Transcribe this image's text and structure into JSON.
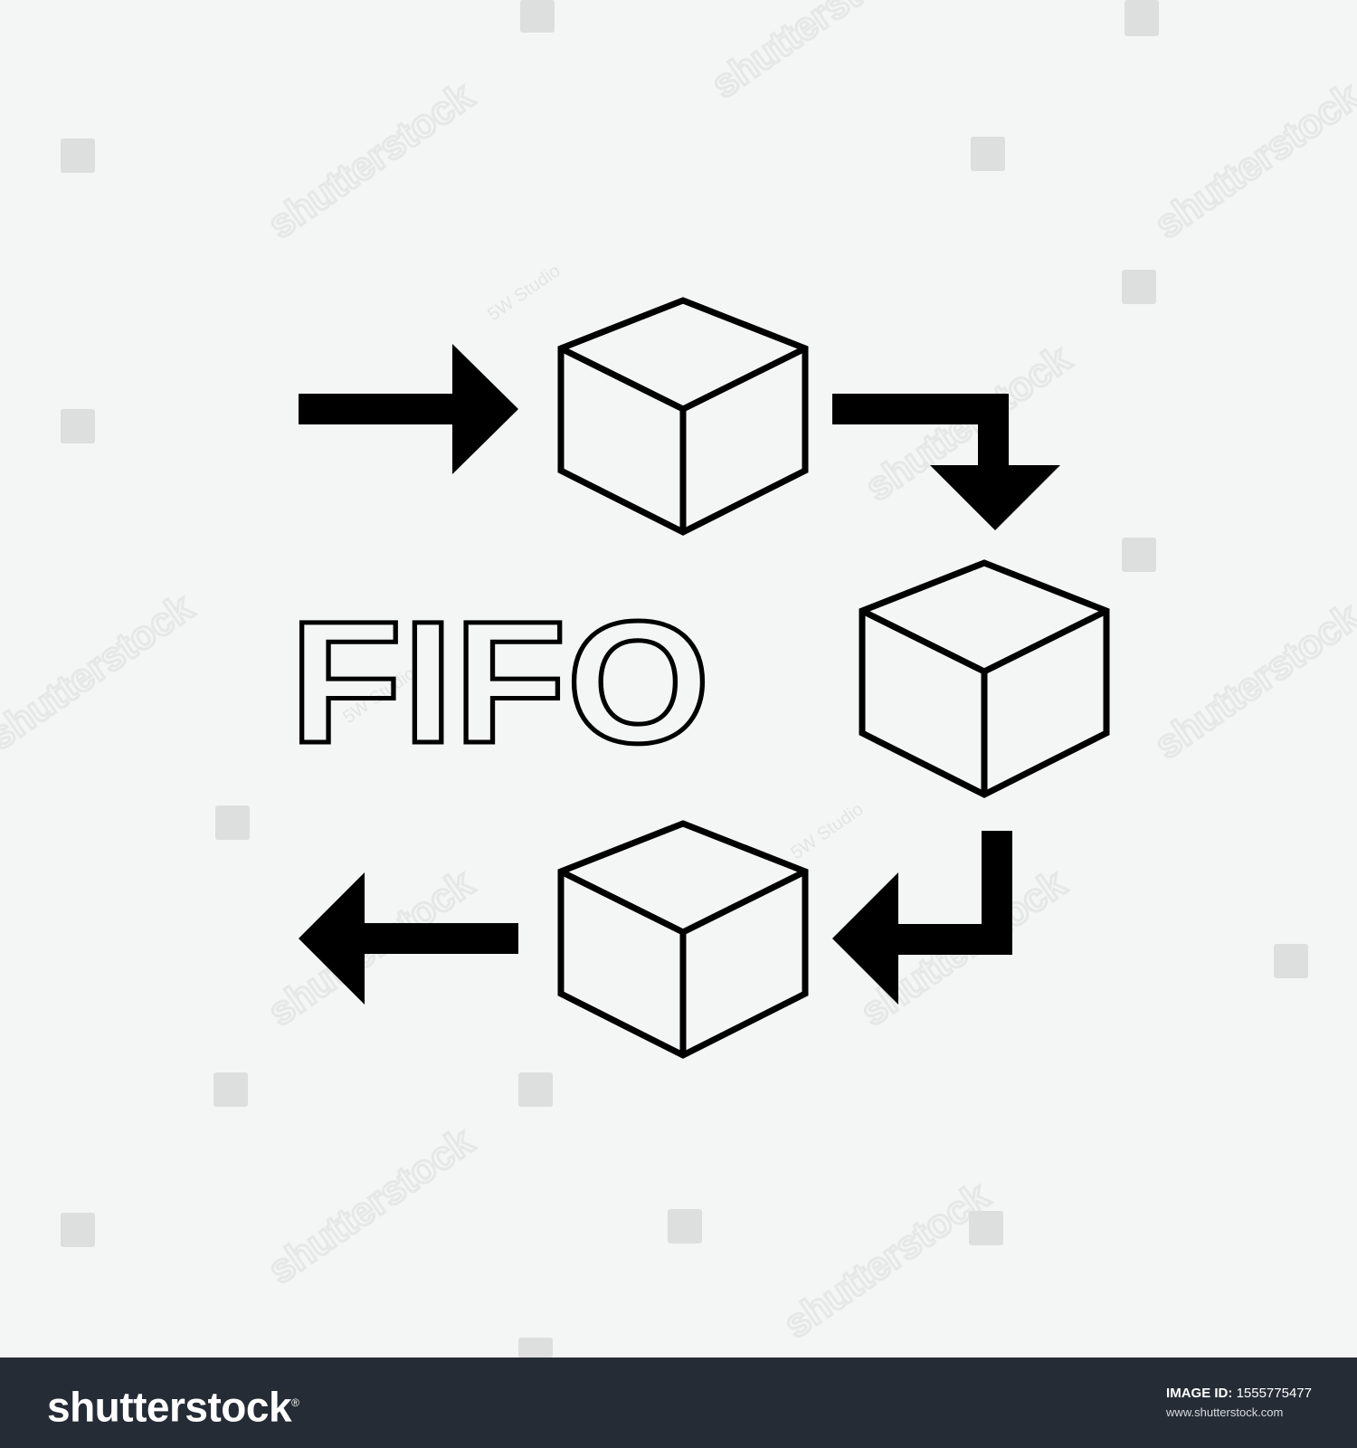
{
  "diagram": {
    "label": "FIFO",
    "colors": {
      "stroke": "#000000",
      "background": "#f4f6f5",
      "footer": "#262c36"
    },
    "icons": [
      "arrow-in-icon",
      "box-icon",
      "arrow-down-icon",
      "box-icon",
      "arrow-left-icon",
      "box-icon",
      "arrow-out-icon"
    ]
  },
  "watermark": {
    "stock_text": "shutterstock",
    "studio_text": "5W Studio"
  },
  "footer": {
    "logo": "shutterstock",
    "image_id_label": "IMAGE ID:",
    "image_id": "1555775477",
    "url": "www.shutterstock.com"
  }
}
